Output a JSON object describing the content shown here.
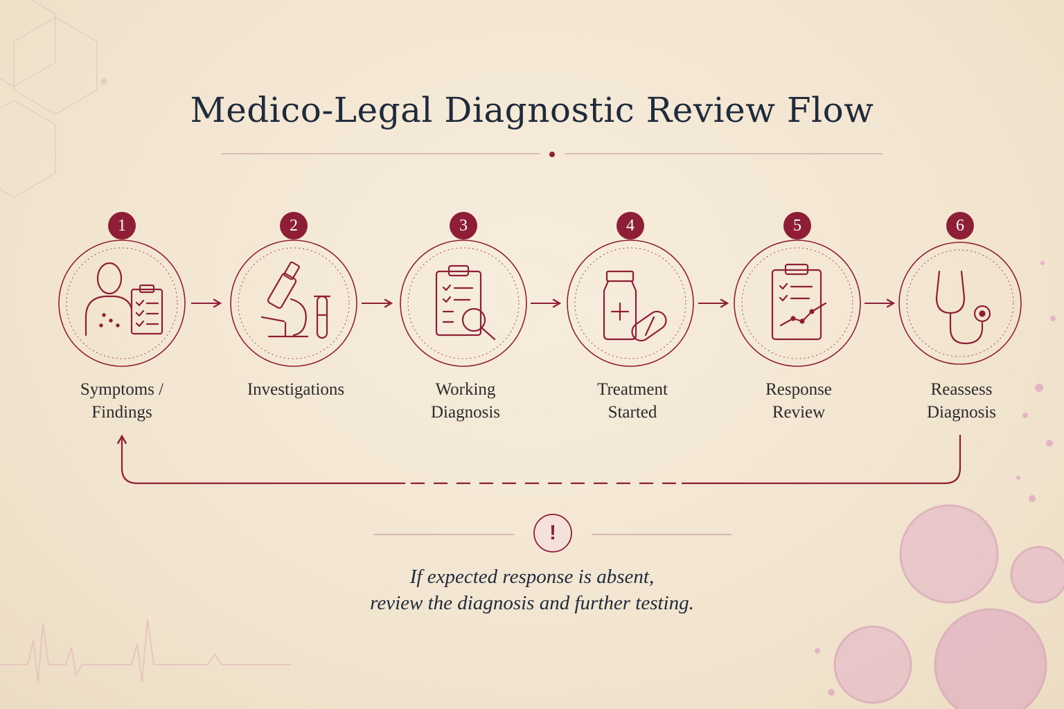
{
  "title": "Medico-Legal Diagnostic Review Flow",
  "colors": {
    "accent": "#8e1e36",
    "text": "#1f2a3a",
    "background": "#f4e9d8"
  },
  "steps": [
    {
      "number": "1",
      "lines": [
        "Symptoms /",
        "Findings"
      ],
      "icon": "patient-clipboard-icon"
    },
    {
      "number": "2",
      "lines": [
        "Investigations"
      ],
      "icon": "microscope-icon"
    },
    {
      "number": "3",
      "lines": [
        "Working",
        "Diagnosis"
      ],
      "icon": "clipboard-magnifier-icon"
    },
    {
      "number": "4",
      "lines": [
        "Treatment",
        "Started"
      ],
      "icon": "medication-icon"
    },
    {
      "number": "5",
      "lines": [
        "Response",
        "Review"
      ],
      "icon": "chart-clipboard-icon"
    },
    {
      "number": "6",
      "lines": [
        "Reassess",
        "Diagnosis"
      ],
      "icon": "stethoscope-icon"
    }
  ],
  "feedback": {
    "icon": "exclamation-icon",
    "glyph": "!"
  },
  "note": {
    "line1": "If expected response is absent,",
    "line2": "review the diagnosis and further testing."
  }
}
